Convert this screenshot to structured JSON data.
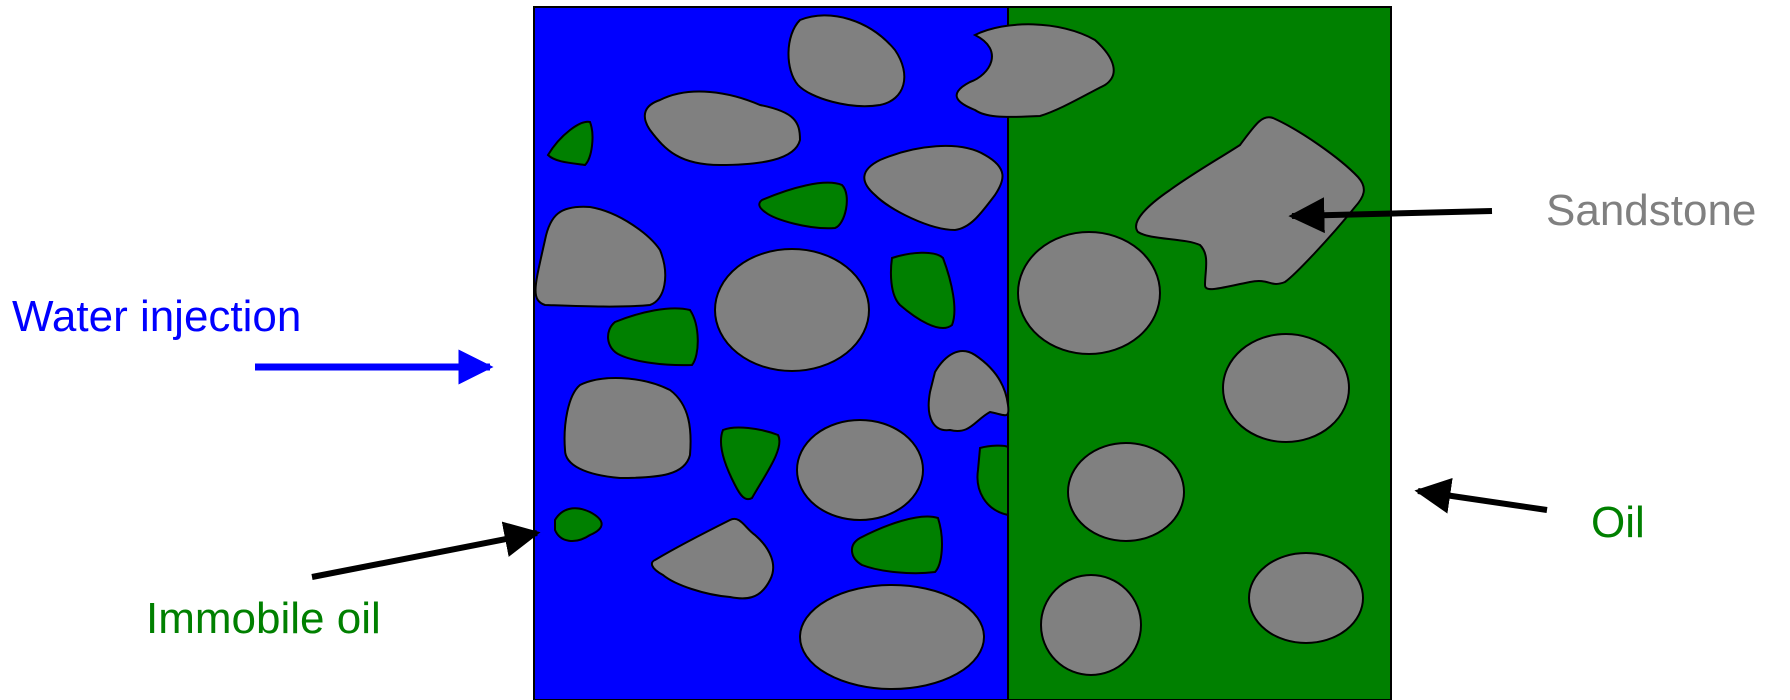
{
  "labels": {
    "water_injection": "Water injection",
    "sandstone": "Sandstone",
    "oil": "Oil",
    "immobile_oil": "Immobile oil"
  },
  "colors": {
    "water": "#0000ff",
    "oil": "#008000",
    "sandstone": "#808080",
    "arrow": "#000000"
  }
}
